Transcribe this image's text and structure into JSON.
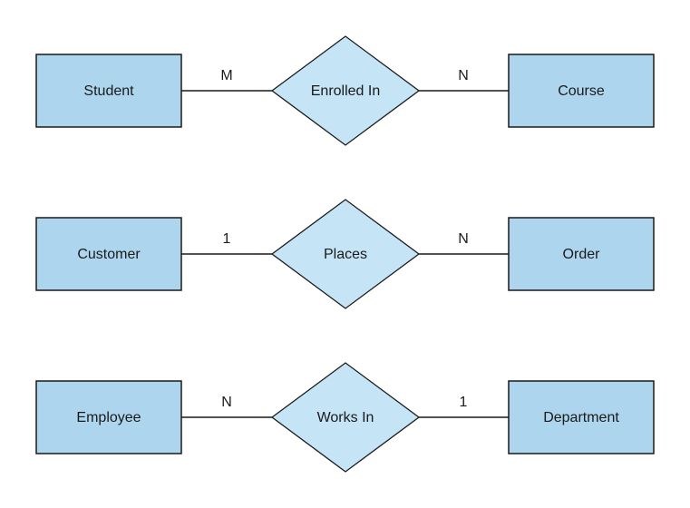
{
  "diagram": {
    "type": "entity-relationship-diagram",
    "colors": {
      "canvas_background": "#ffffff",
      "entity_fill": "#add6ee",
      "relationship_fill": "#c5e4f6",
      "shape_stroke": "#1a1a1a",
      "text_color": "#1a1a1a"
    },
    "relationships": [
      {
        "left_entity": "Student",
        "left_cardinality": "M",
        "relationship": "Enrolled In",
        "right_cardinality": "N",
        "right_entity": "Course"
      },
      {
        "left_entity": "Customer",
        "left_cardinality": "1",
        "relationship": "Places",
        "right_cardinality": "N",
        "right_entity": "Order"
      },
      {
        "left_entity": "Employee",
        "left_cardinality": "N",
        "relationship": "Works In",
        "right_cardinality": "1",
        "right_entity": "Department"
      }
    ]
  }
}
